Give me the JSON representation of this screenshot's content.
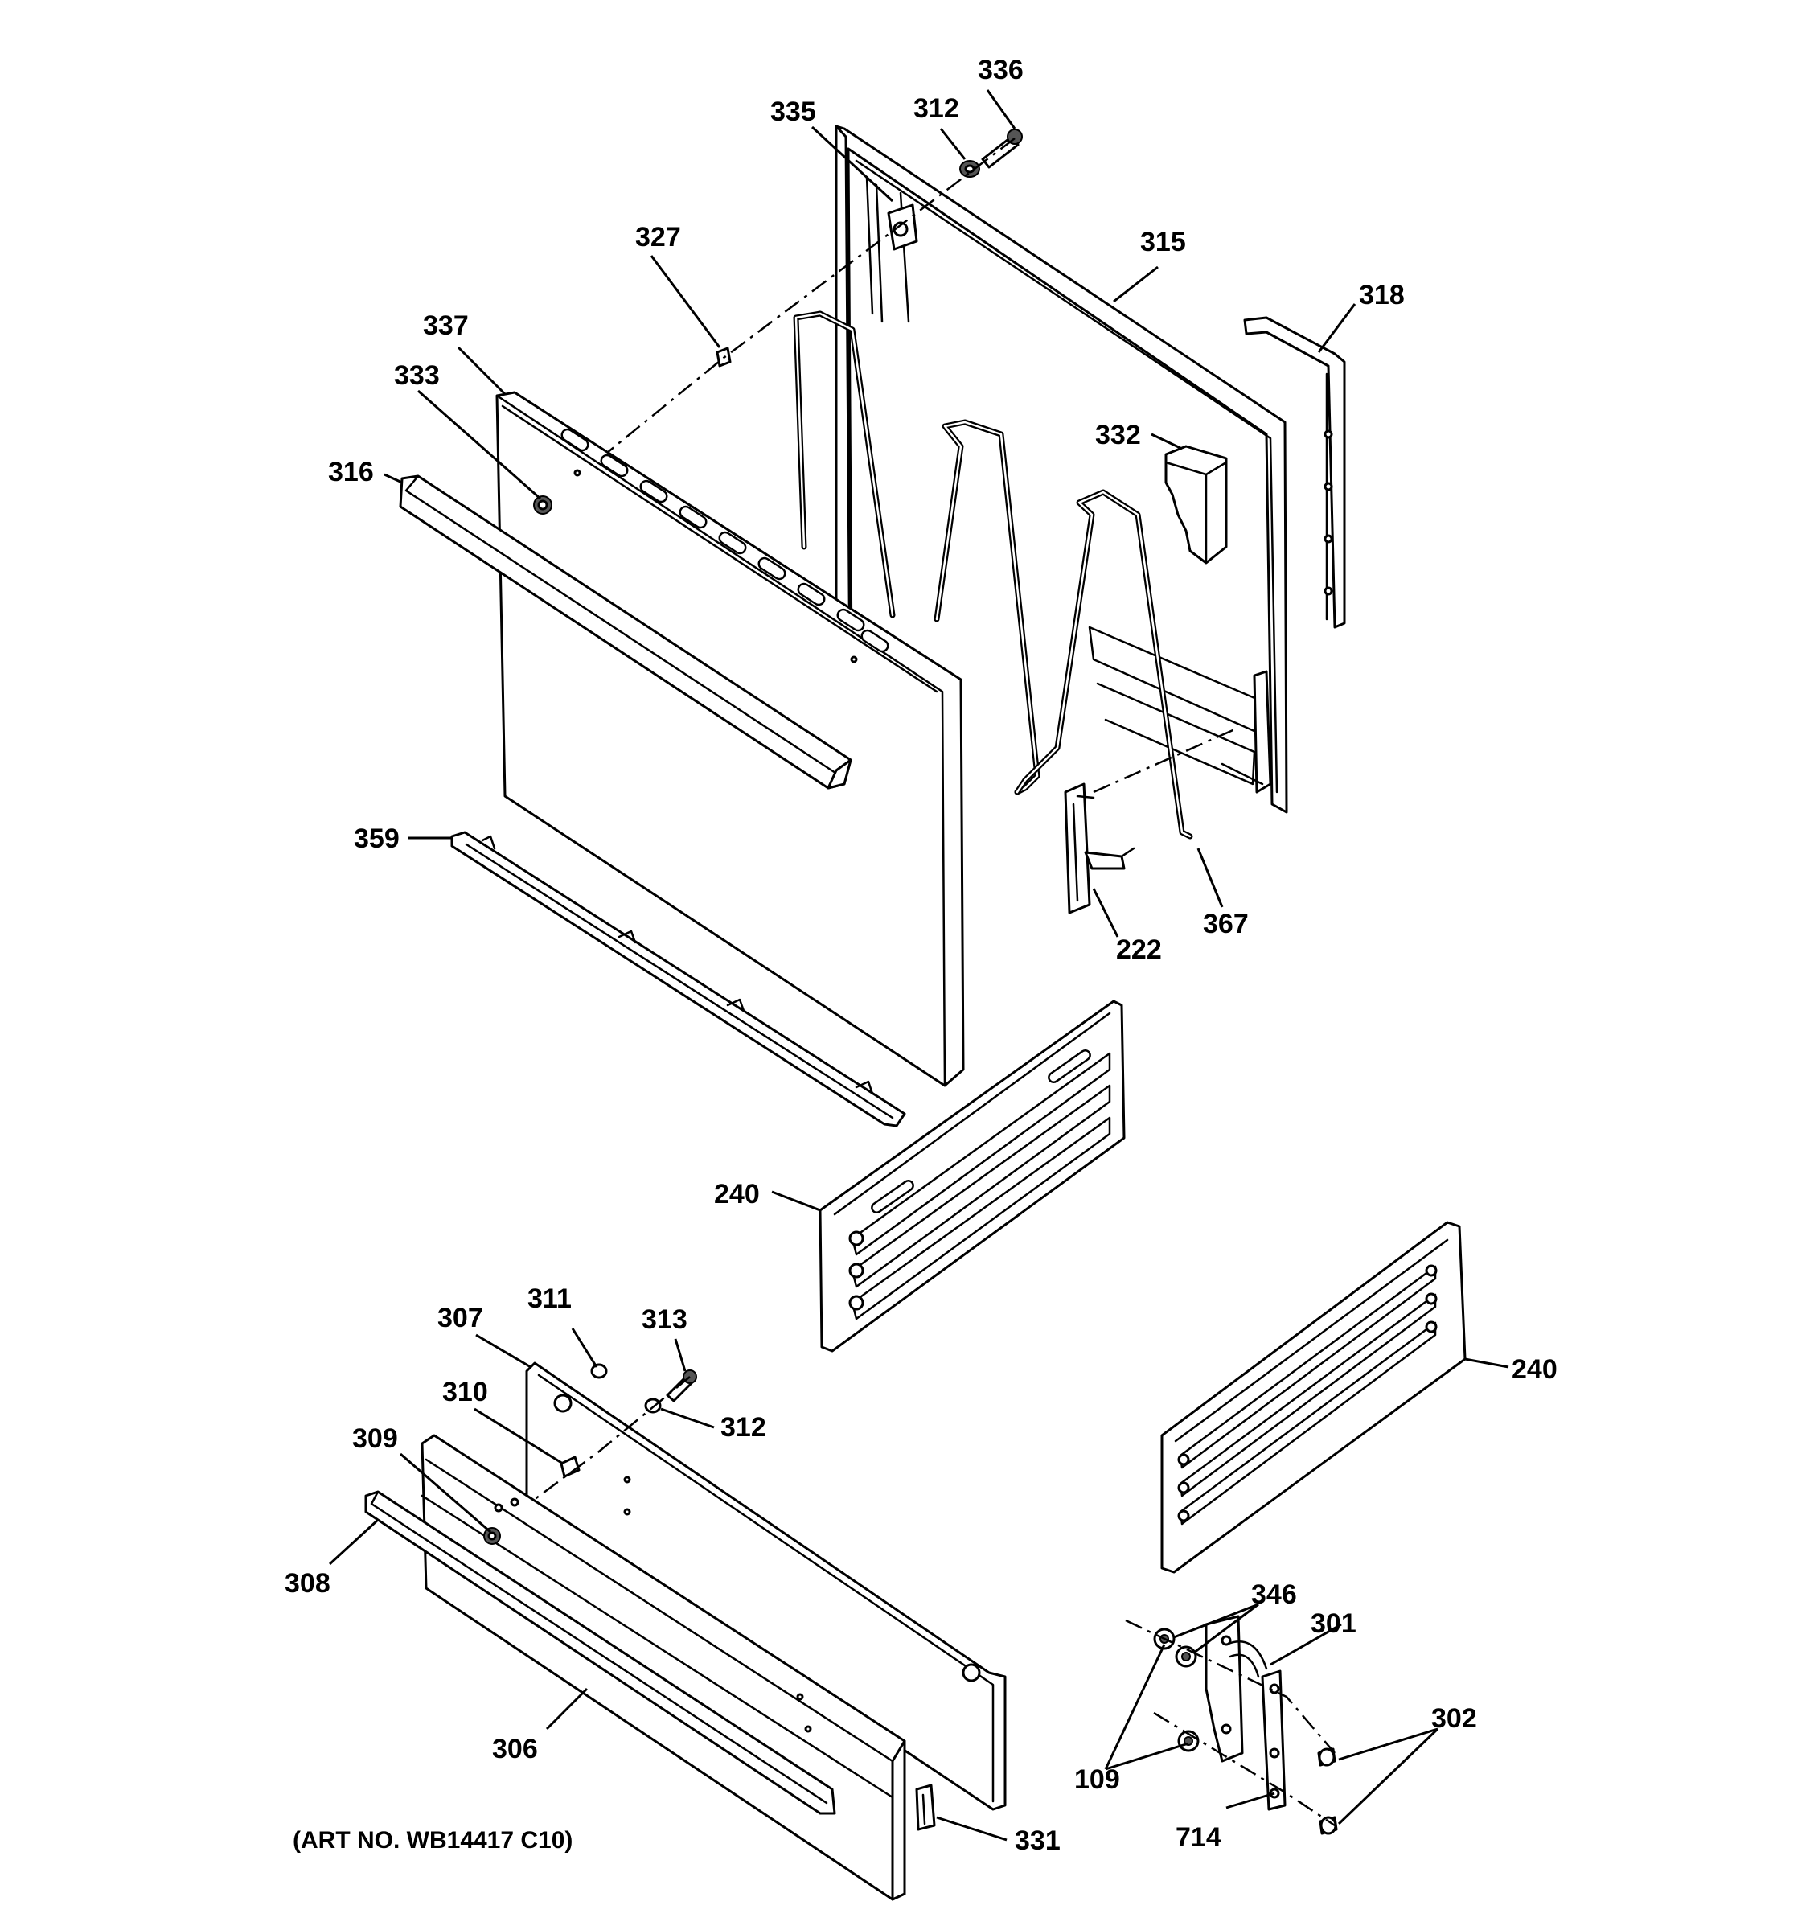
{
  "callouts": {
    "c336": "336",
    "c335": "335",
    "c312_top": "312",
    "c327": "327",
    "c315": "315",
    "c318": "318",
    "c337": "337",
    "c333": "333",
    "c332": "332",
    "c316": "316",
    "c359": "359",
    "c222": "222",
    "c367": "367",
    "c240_center": "240",
    "c240_right": "240",
    "c307": "307",
    "c311": "311",
    "c313": "313",
    "c310": "310",
    "c312_bottom": "312",
    "c309": "309",
    "c308": "308",
    "c306": "306",
    "c331": "331",
    "c346": "346",
    "c301": "301",
    "c302": "302",
    "c109": "109",
    "c714": "714"
  },
  "art_number": "(ART NO. WB14417 C10)"
}
